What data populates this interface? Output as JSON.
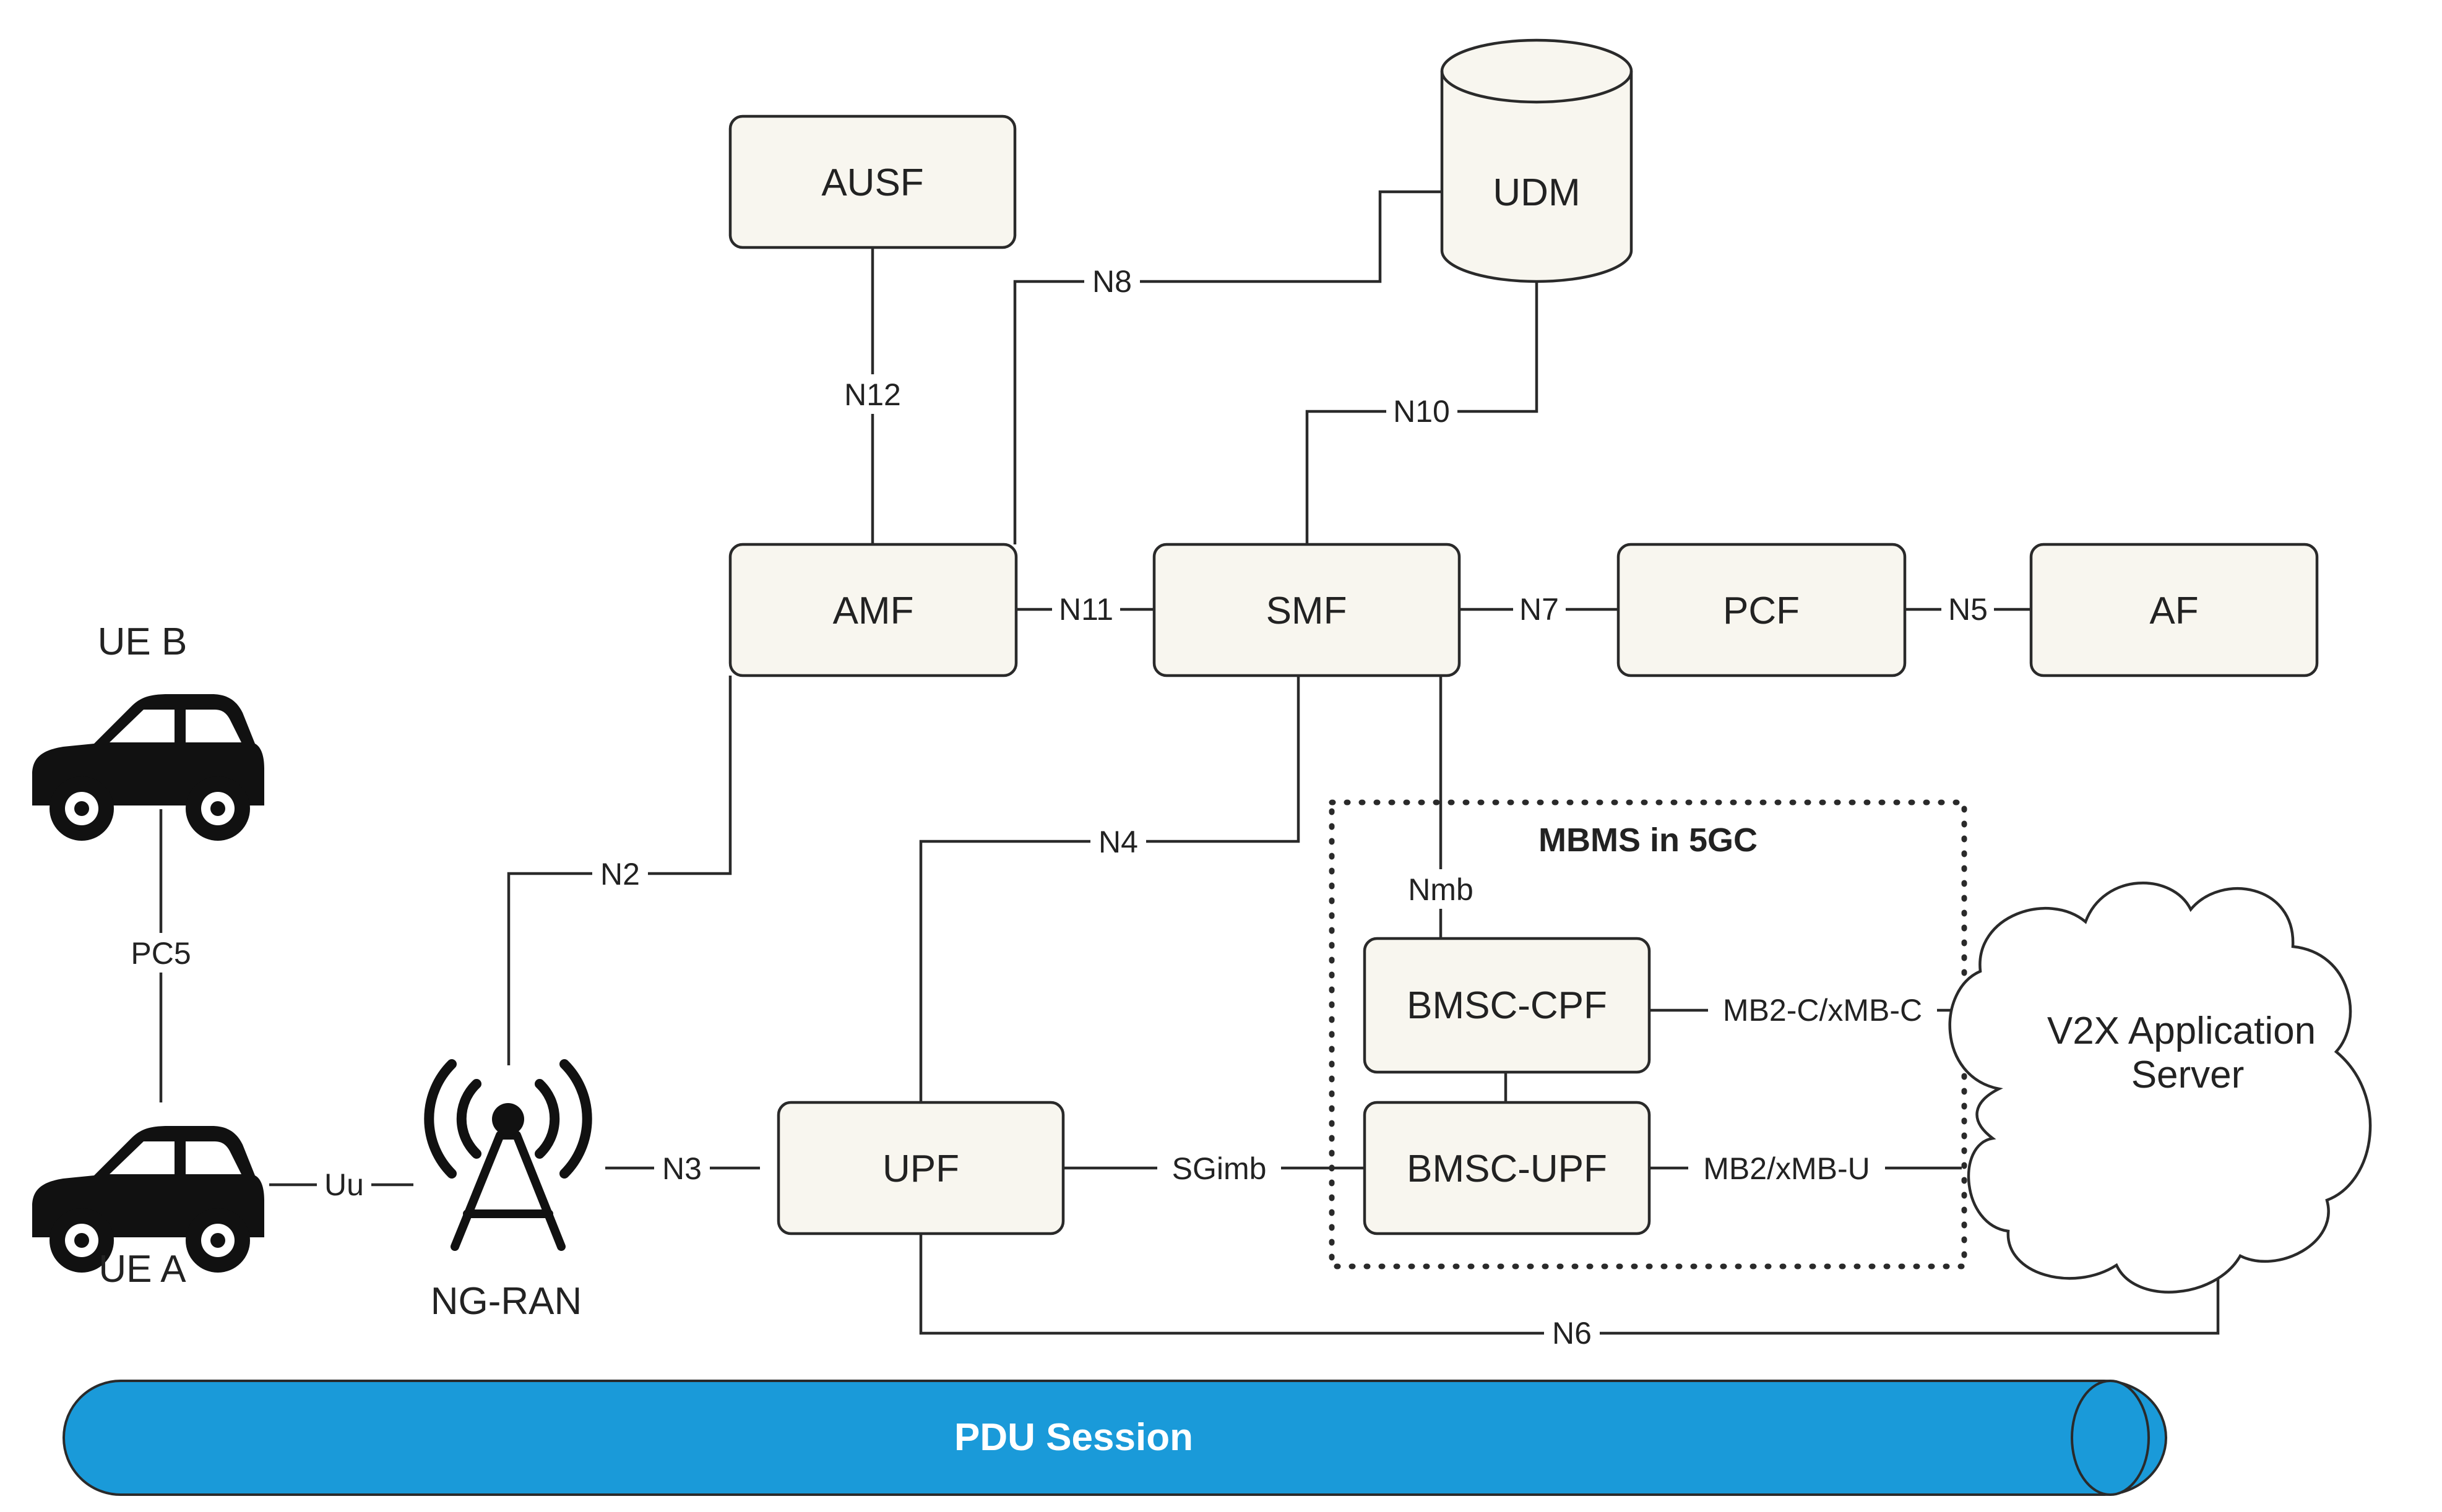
{
  "nodes": {
    "ausf": "AUSF",
    "udm": "UDM",
    "amf": "AMF",
    "smf": "SMF",
    "pcf": "PCF",
    "af": "AF",
    "upf": "UPF",
    "bmsc_cpf": "BMSC-CPF",
    "bmsc_upf": "BMSC-UPF",
    "ng_ran": "NG-RAN",
    "ue_a": "UE A",
    "ue_b": "UE B",
    "v2x_line1": "V2X Application",
    "v2x_line2": "Server"
  },
  "group": {
    "mbms": "MBMS in 5GC"
  },
  "edges": {
    "n12": "N12",
    "n8": "N8",
    "n10": "N10",
    "n11": "N11",
    "n7": "N7",
    "n5": "N5",
    "n2": "N2",
    "n4": "N4",
    "nmb": "Nmb",
    "n3": "N3",
    "sgimb": "SGimb",
    "mb2c": "MB2-C/xMB-C",
    "mb2u": "MB2/xMB-U",
    "n6": "N6",
    "uu": "Uu",
    "pc5": "PC5"
  },
  "pdu": {
    "label": "PDU Session"
  },
  "colors": {
    "pdu_fill": "#1a9ad9",
    "box_fill": "#f8f6ef",
    "stroke": "#2a2a2a"
  },
  "icons": {
    "car": "car-icon",
    "antenna": "antenna-icon"
  }
}
